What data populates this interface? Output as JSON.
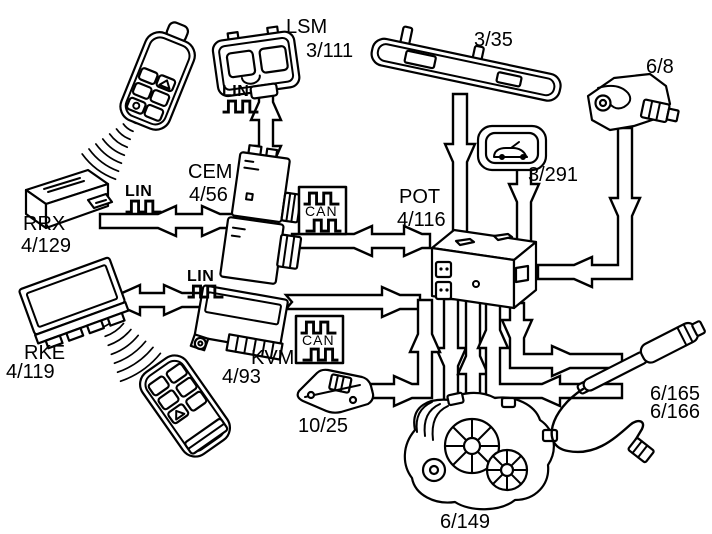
{
  "diagram": {
    "labels": {
      "lsm": "LSM",
      "lsm_id": "3/111",
      "moulding_id": "3/35",
      "lock_id": "6/8",
      "switch_id": "3/291",
      "cem": "CEM",
      "cem_id": "4/56",
      "pot": "POT",
      "pot_id": "4/116",
      "rrx": "RRX",
      "rrx_id": "4/129",
      "rke": "RKE",
      "rke_id": "4/119",
      "kvm": "KVM",
      "kvm_id": "4/93",
      "handle_id": "10/25",
      "drive_unit_id": "6/149",
      "strut_id_a": "6/165",
      "strut_id_b": "6/166",
      "lin_bus": "LIN",
      "can_bus": "CAN"
    },
    "colors": {
      "background": "#ffffff",
      "line": "#000000"
    },
    "icons": [
      "remote-key-icon",
      "radio-waves-icon",
      "rrx-module-icon",
      "light-switch-module-icon",
      "moulding-icon",
      "lock-icon",
      "tailgate-switch-icon",
      "cem-module-icon",
      "pot-module-icon",
      "rke-module-icon",
      "kvm-module-icon",
      "handle-icon",
      "drive-unit-icon",
      "strut-icon",
      "square-wave-icon",
      "can-symbol-icon"
    ]
  }
}
